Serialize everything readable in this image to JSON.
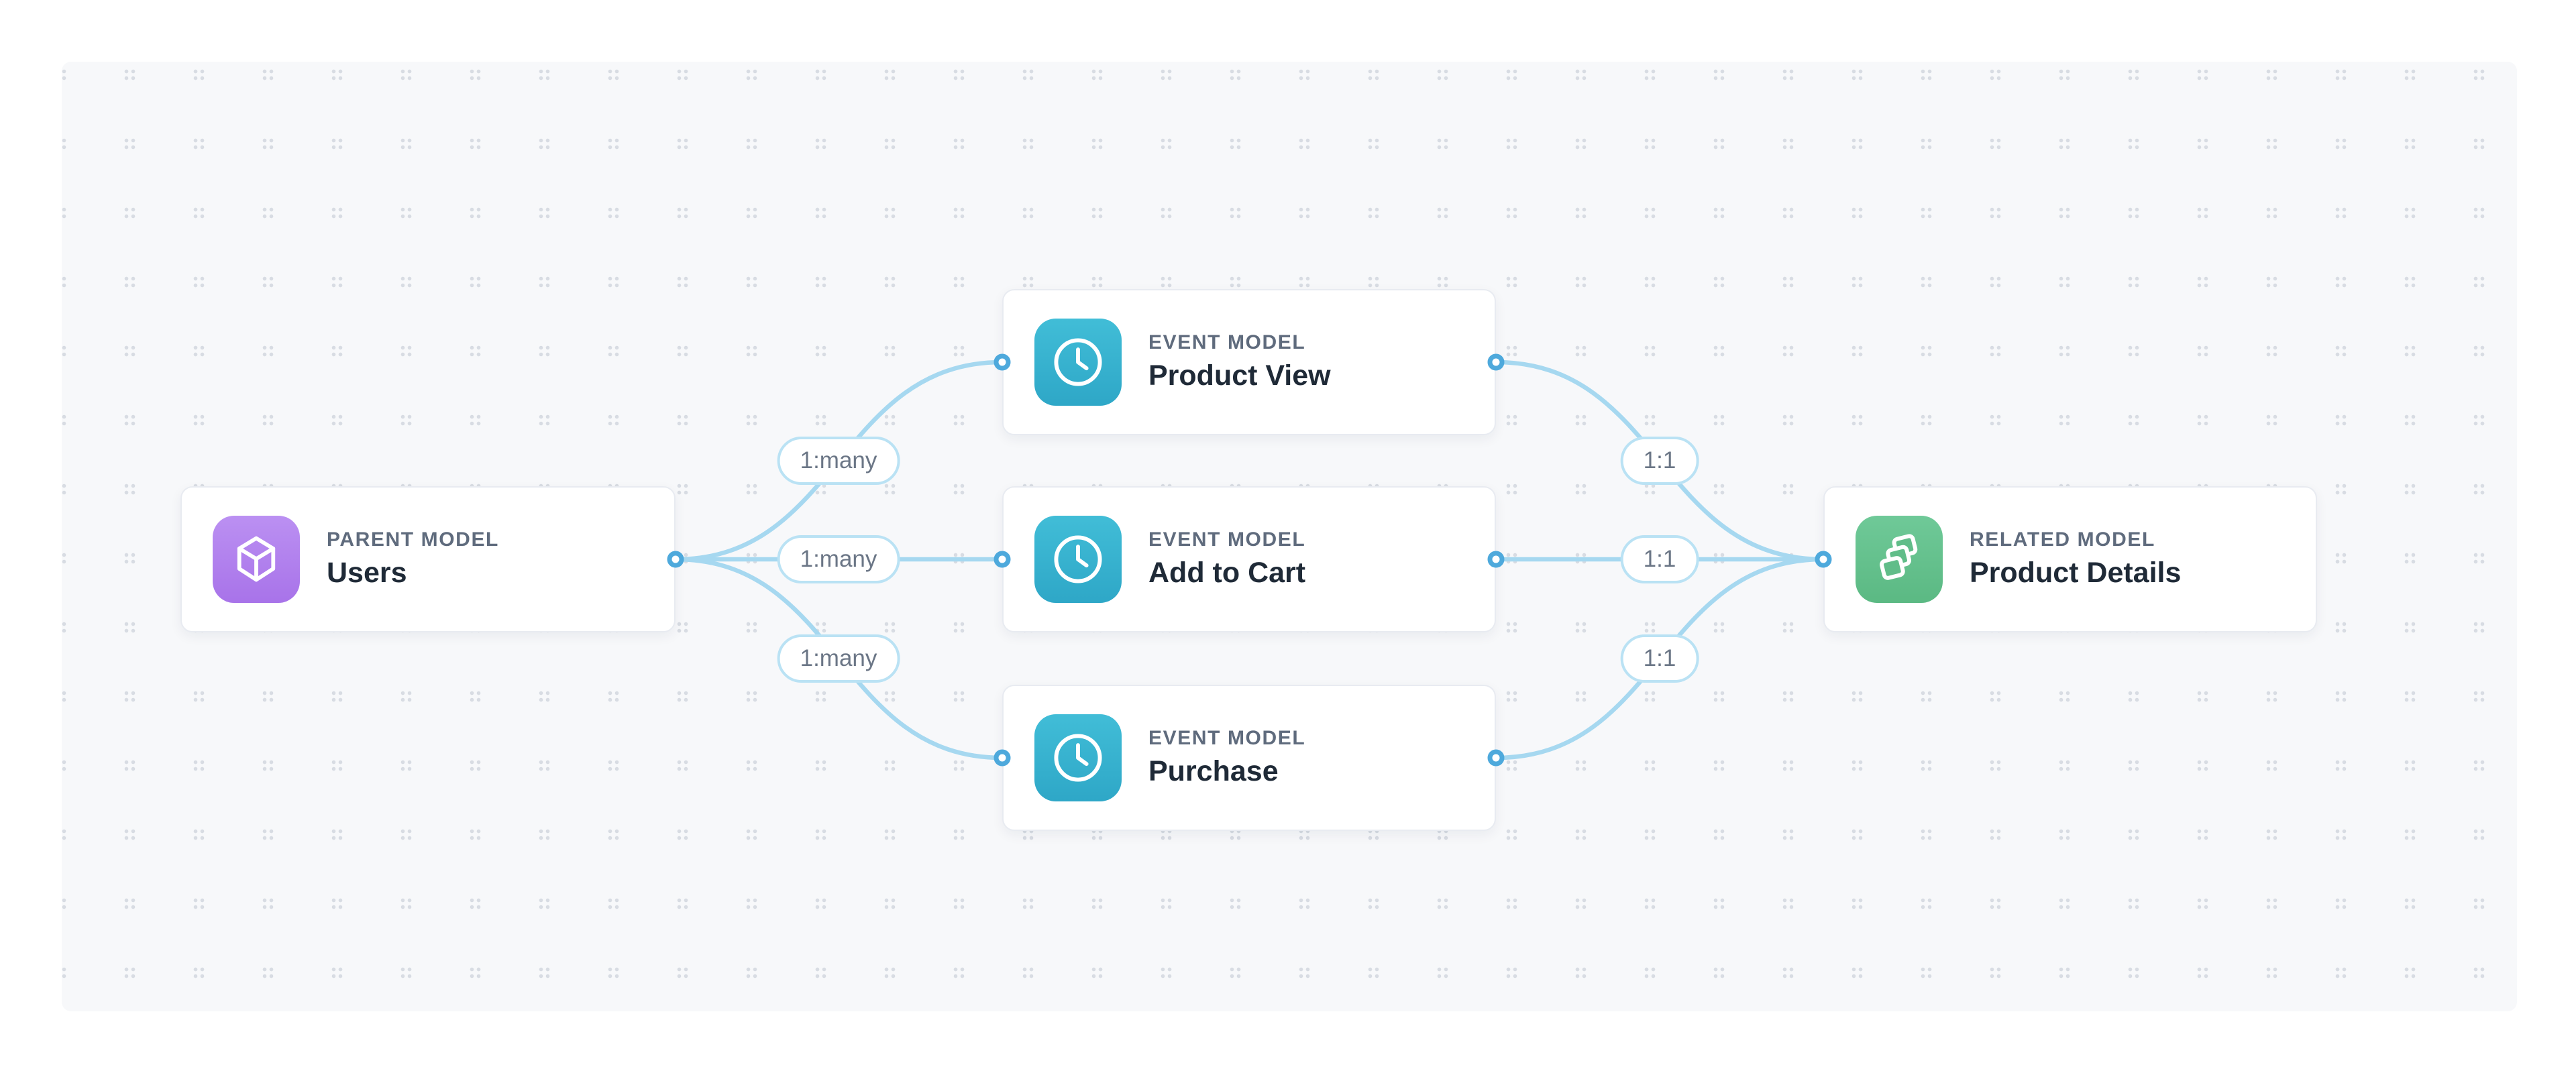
{
  "diagram": {
    "nodes": [
      {
        "id": "users",
        "type_label": "PARENT MODEL",
        "title": "Users",
        "icon": "cube-icon",
        "accent": "purple",
        "accent_color": "#a873e9"
      },
      {
        "id": "product-view",
        "type_label": "EVENT MODEL",
        "title": "Product View",
        "icon": "clock-icon",
        "accent": "teal",
        "accent_color": "#35b0cd"
      },
      {
        "id": "add-to-cart",
        "type_label": "EVENT MODEL",
        "title": "Add to Cart",
        "icon": "clock-icon",
        "accent": "teal",
        "accent_color": "#35b0cd"
      },
      {
        "id": "purchase",
        "type_label": "EVENT MODEL",
        "title": "Purchase",
        "icon": "clock-icon",
        "accent": "teal",
        "accent_color": "#35b0cd"
      },
      {
        "id": "product-details",
        "type_label": "RELATED MODEL",
        "title": "Product Details",
        "icon": "layers-icon",
        "accent": "green",
        "accent_color": "#61bd89"
      }
    ],
    "edge_labels": [
      {
        "id": "users-product-view",
        "label": "1:many"
      },
      {
        "id": "users-add-to-cart",
        "label": "1:many"
      },
      {
        "id": "users-purchase",
        "label": "1:many"
      },
      {
        "id": "product-view-details",
        "label": "1:1"
      },
      {
        "id": "add-to-cart-details",
        "label": "1:1"
      },
      {
        "id": "purchase-details",
        "label": "1:1"
      }
    ],
    "colors": {
      "canvas_background": "#f7f8fa",
      "dot_grid": "#d8dce3",
      "edge": "#a6d8f0",
      "handle": "#4ea9dc",
      "pill_border": "#bae2f4",
      "pill_text": "#6b7686",
      "node_type_text": "#5f6b7d",
      "node_title_text": "#1f2a37"
    }
  }
}
